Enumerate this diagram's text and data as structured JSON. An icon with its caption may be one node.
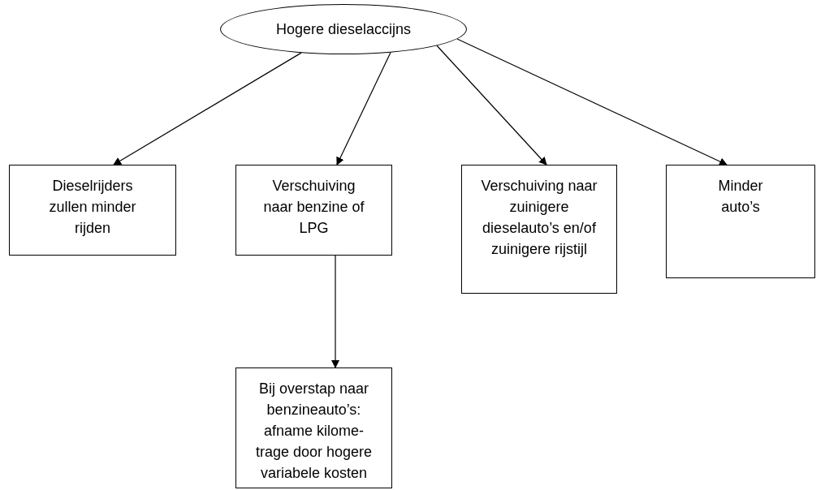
{
  "diagram": {
    "nodes": [
      {
        "text": [
          "Hogere dieselaccijns"
        ]
      },
      {
        "text": [
          "Dieselrijders zullen minder rijden"
        ]
      },
      {
        "text": [
          "Verschuiving naar benzine of LPG"
        ]
      },
      {
        "text": [
          "Verschuiving naar zuinigere dieselauto’s en/of zuinigere rijstijl"
        ]
      },
      {
        "text": [
          "Minder auto’s"
        ]
      },
      {
        "text": [
          "Bij overstap naar benzineauto’s: afname kilome-trage door hogere variabele kosten"
        ]
      }
    ],
    "edges": [
      {
        "from": 0,
        "to": 1,
        "arrow": "to"
      },
      {
        "from": 0,
        "to": 2,
        "arrow": "to"
      },
      {
        "from": 0,
        "to": 3,
        "arrow": "to"
      },
      {
        "from": 0,
        "to": 4,
        "arrow": "to"
      },
      {
        "from": 2,
        "to": 5,
        "arrow": "to"
      }
    ]
  }
}
